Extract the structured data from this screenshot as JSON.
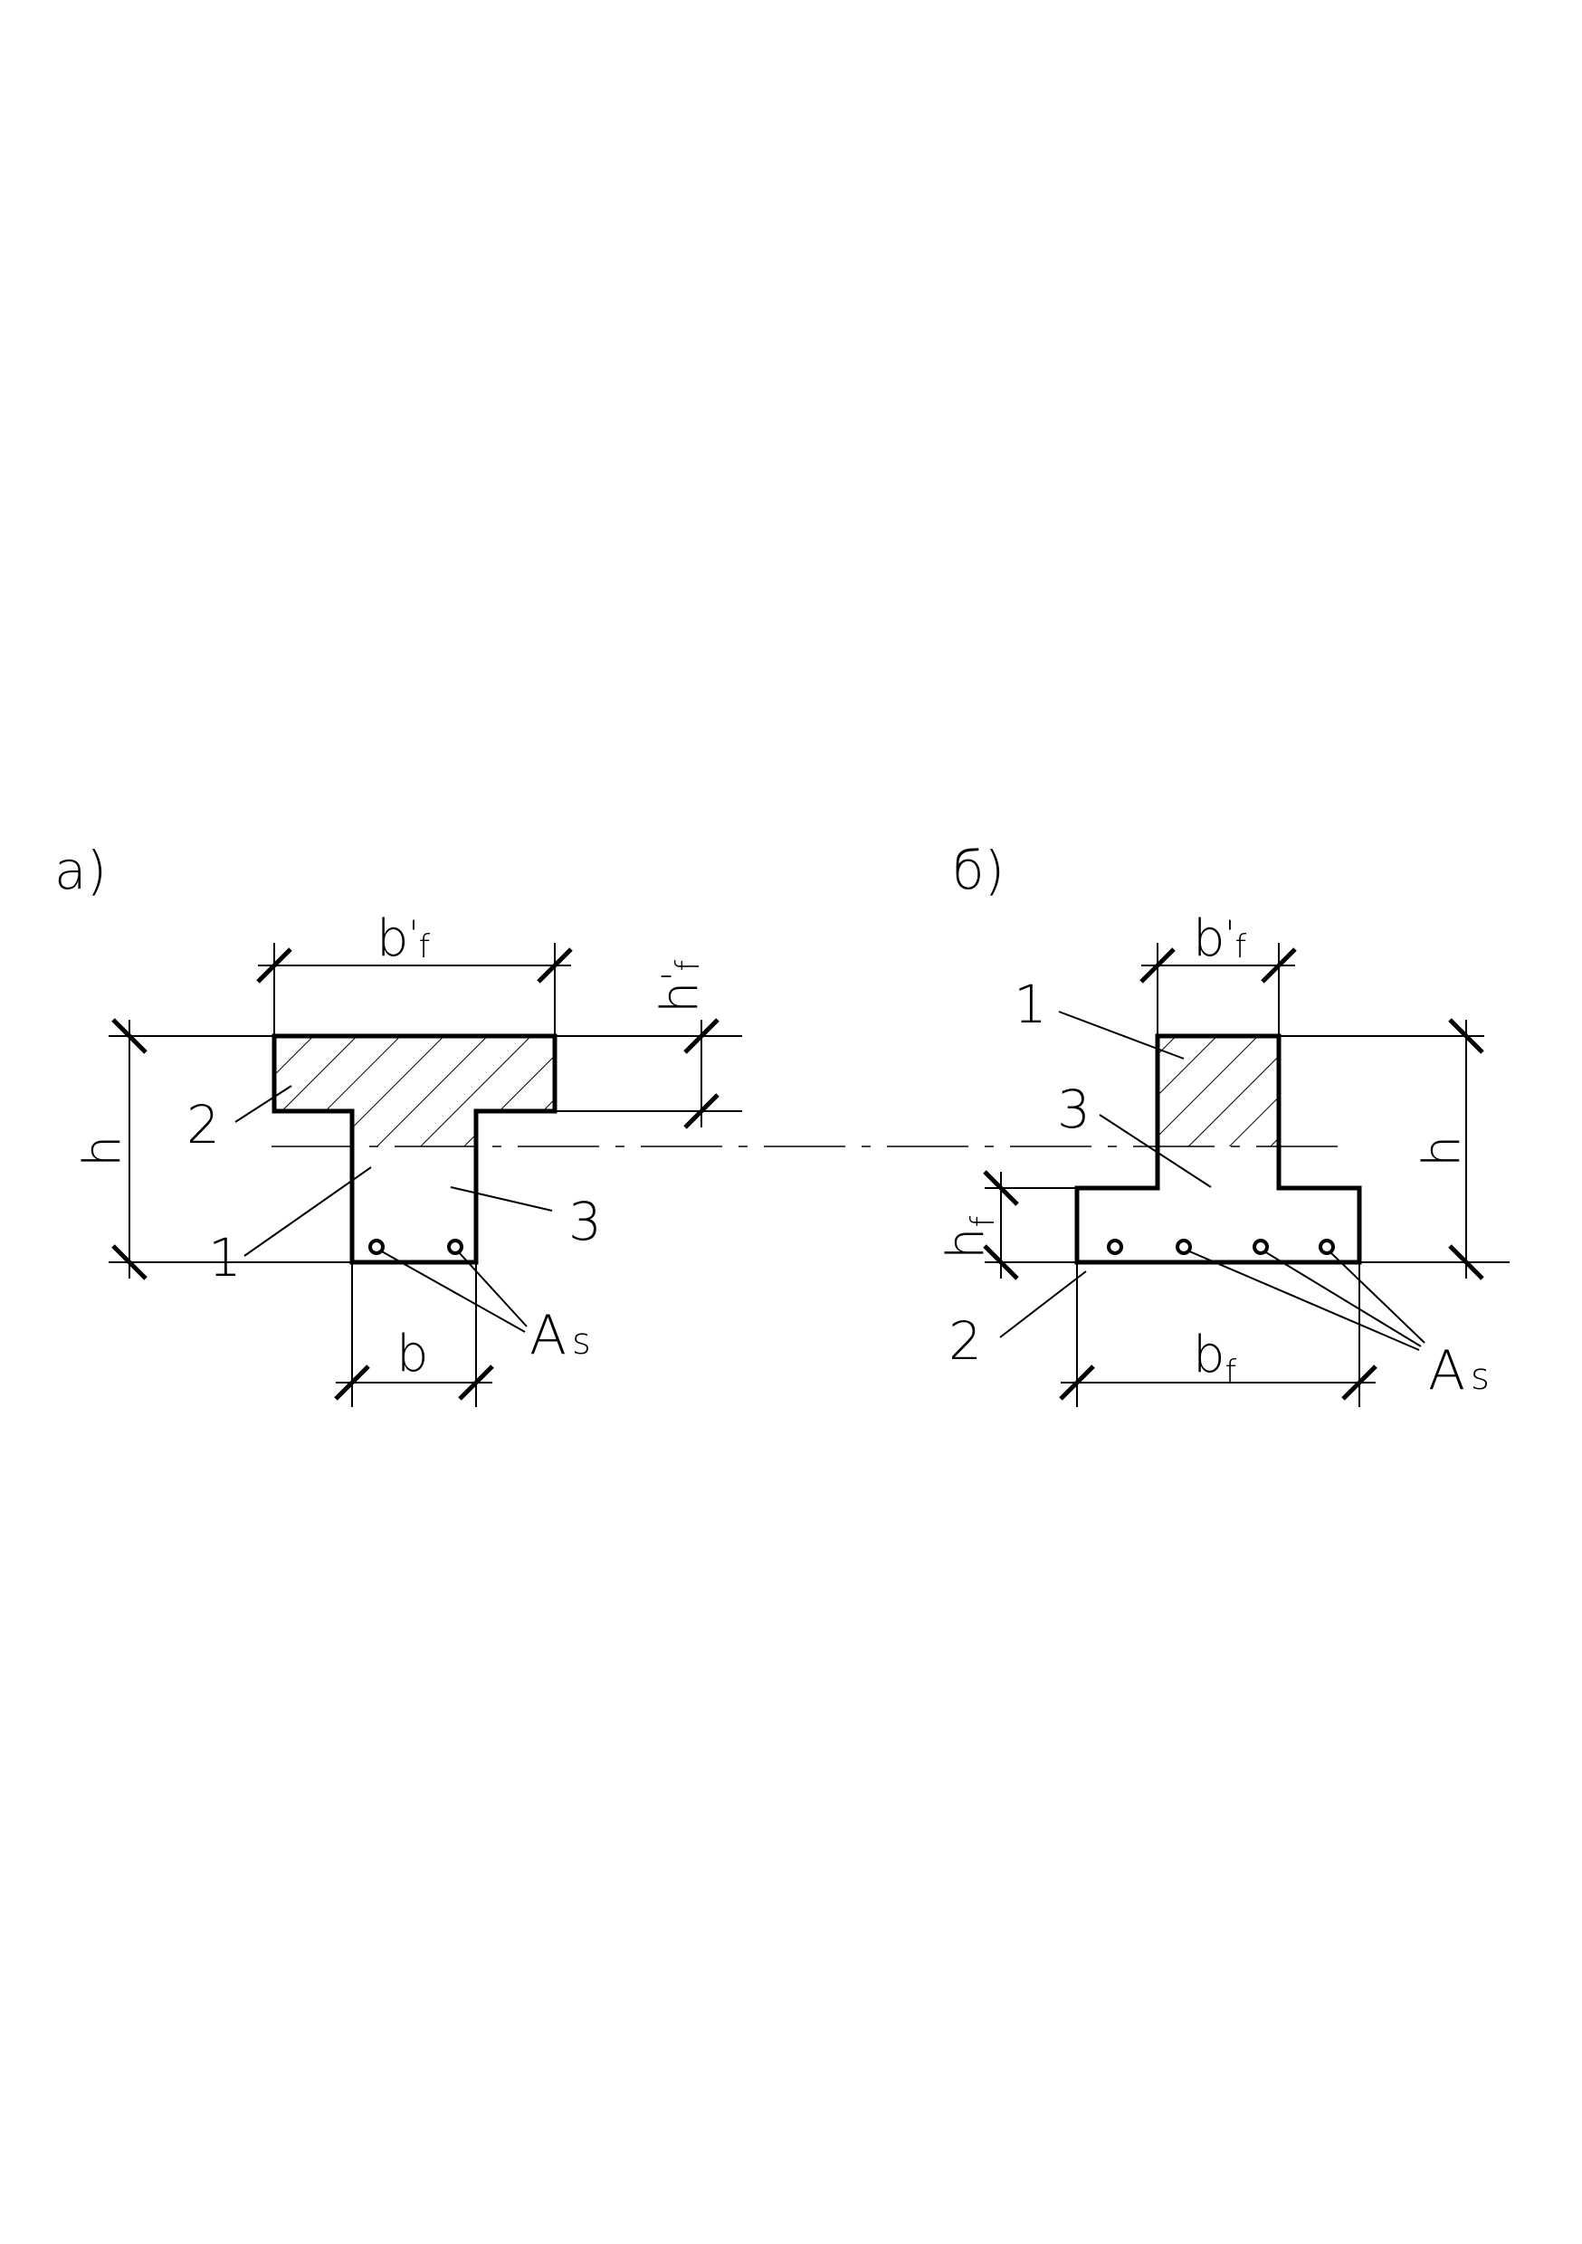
{
  "figure_a": {
    "label": "a)",
    "dim_width_top": {
      "main": "b",
      "sup": "'",
      "sub": "f"
    },
    "dim_flange_height": {
      "main": "h",
      "sup": "'",
      "sub": "f"
    },
    "dim_height": "h",
    "dim_web_width": "b",
    "callouts": [
      "1",
      "2",
      "3"
    ],
    "rebar": {
      "main": "A",
      "sub": "s"
    }
  },
  "figure_b": {
    "label": "б)",
    "dim_width_top": {
      "main": "b",
      "sup": "'",
      "sub": "f"
    },
    "dim_height": "h",
    "dim_flange_height": {
      "main": "h",
      "sub": "f"
    },
    "dim_flange_width": {
      "main": "b",
      "sub": "f"
    },
    "callouts": [
      "1",
      "2",
      "3"
    ],
    "rebar": {
      "main": "A",
      "sub": "s"
    }
  },
  "colors": {
    "ink": "#000000",
    "background": "#ffffff"
  }
}
